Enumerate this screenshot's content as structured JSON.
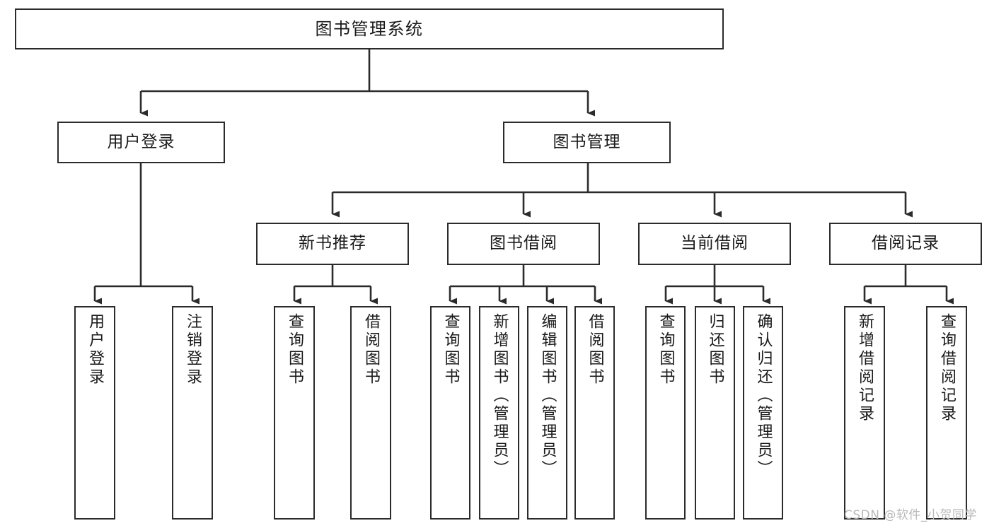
{
  "diagram": {
    "title": "图书管理系统",
    "watermark": "CSDN @软件_小贺同学",
    "line_color": "#2b2b2b",
    "box_fill": "#ffffff",
    "text_color": "#1a1a1a",
    "watermark_color": "#b9b9b9",
    "root": {
      "label": "图书管理系统"
    },
    "level2": [
      {
        "label": "用户登录"
      },
      {
        "label": "图书管理"
      }
    ],
    "level3": [
      {
        "label": "新书推荐"
      },
      {
        "label": "图书借阅"
      },
      {
        "label": "当前借阅"
      },
      {
        "label": "借阅记录"
      }
    ],
    "leaves": {
      "user_login": [
        {
          "label": "用户登录"
        },
        {
          "label": "注销登录"
        }
      ],
      "new_book_recommend": [
        {
          "label": "查询图书"
        },
        {
          "label": "借阅图书"
        }
      ],
      "book_borrow": [
        {
          "label": "查询图书"
        },
        {
          "label": "新增图书（管理员）"
        },
        {
          "label": "编辑图书（管理员）"
        },
        {
          "label": "借阅图书"
        }
      ],
      "current_borrow": [
        {
          "label": "查询图书"
        },
        {
          "label": "归还图书"
        },
        {
          "label": "确认归还（管理员）"
        }
      ],
      "borrow_records": [
        {
          "label": "新增借阅记录"
        },
        {
          "label": "查询借阅记录"
        }
      ]
    }
  }
}
